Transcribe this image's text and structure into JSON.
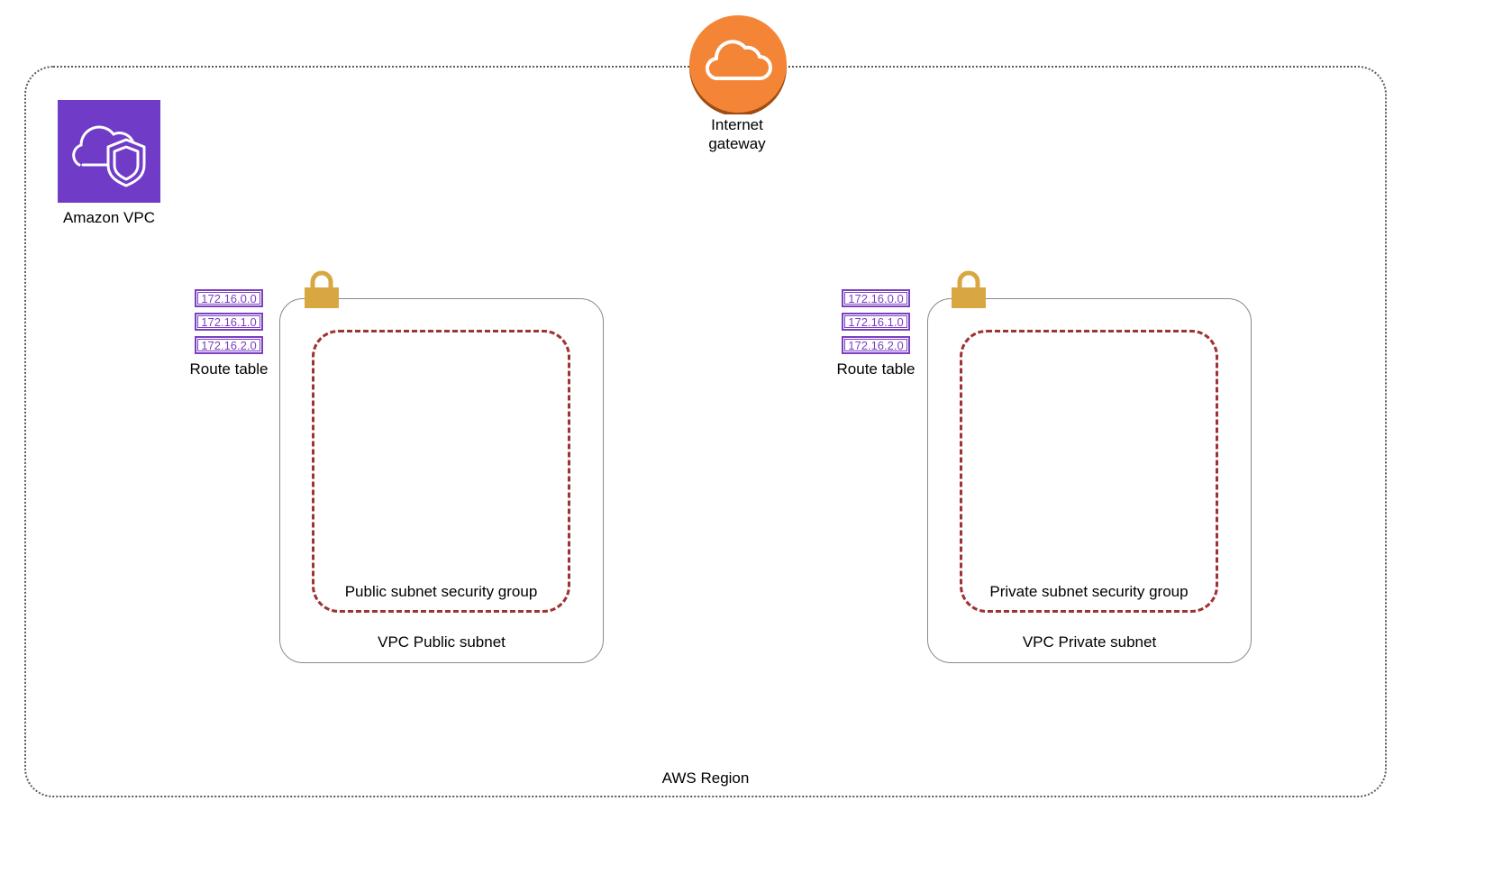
{
  "region": {
    "label": "AWS Region"
  },
  "internet_gateway": {
    "label": "Internet\ngateway",
    "color": "#f58536",
    "icon": "cloud-icon"
  },
  "vpc": {
    "label": "Amazon VPC",
    "color": "#6f3bc7",
    "icon": "vpc-cloud-shield-icon"
  },
  "public": {
    "route_table": {
      "label": "Route table",
      "entries": [
        "172.16.0.0",
        "172.16.1.0",
        "172.16.2.0"
      ]
    },
    "subnet_label": "VPC Public subnet",
    "security_group_label": "Public subnet security group"
  },
  "private": {
    "route_table": {
      "label": "Route table",
      "entries": [
        "172.16.0.0",
        "172.16.1.0",
        "172.16.2.0"
      ]
    },
    "subnet_label": "VPC Private subnet",
    "security_group_label": "Private subnet security group"
  },
  "colors": {
    "route_table": "#7b3fc4",
    "lock": "#d9a741",
    "security_group_border": "#ff1a1a"
  }
}
